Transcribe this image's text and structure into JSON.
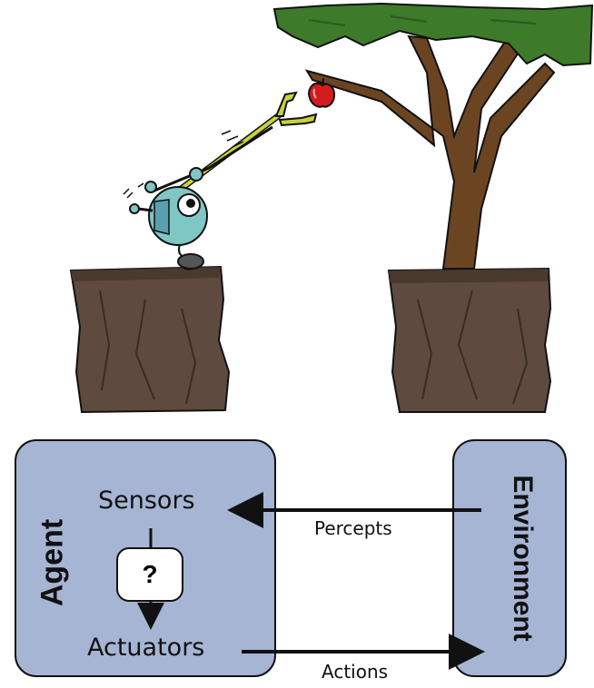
{
  "diagram": {
    "agent_label": "Agent",
    "environment_label": "Environment",
    "sensors_label": "Sensors",
    "actuators_label": "Actuators",
    "unknown_label": "?",
    "percepts_label": "Percepts",
    "actions_label": "Actions"
  },
  "colors": {
    "box_fill": "#a7b5d4",
    "cliff": "#5e4a3e",
    "foliage": "#3d7a2a",
    "trunk": "#6b4522",
    "apple": "#d41c1c",
    "robot": "#7fc7c4",
    "arm": "#c9d23b"
  }
}
